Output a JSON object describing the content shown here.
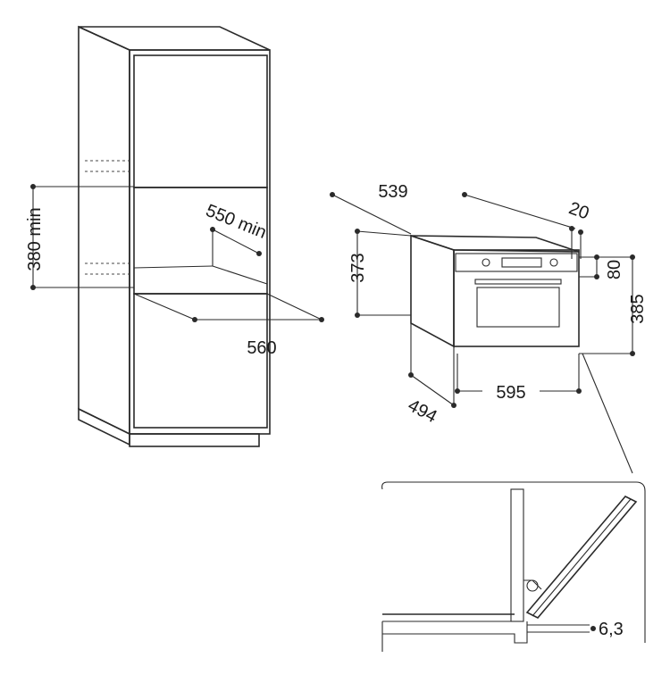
{
  "colors": {
    "line": "#2a2a2a",
    "shade": "#e6e6e6",
    "background": "#ffffff"
  },
  "cabinet": {
    "height_min": "380 min",
    "depth_min": "550 min",
    "width": "560"
  },
  "oven": {
    "depth": "539",
    "height": "373",
    "inset": "20",
    "panel_height": "80",
    "total_height": "385",
    "body_depth": "494",
    "width": "595"
  },
  "detail": {
    "hinge_gap": "6,3"
  }
}
